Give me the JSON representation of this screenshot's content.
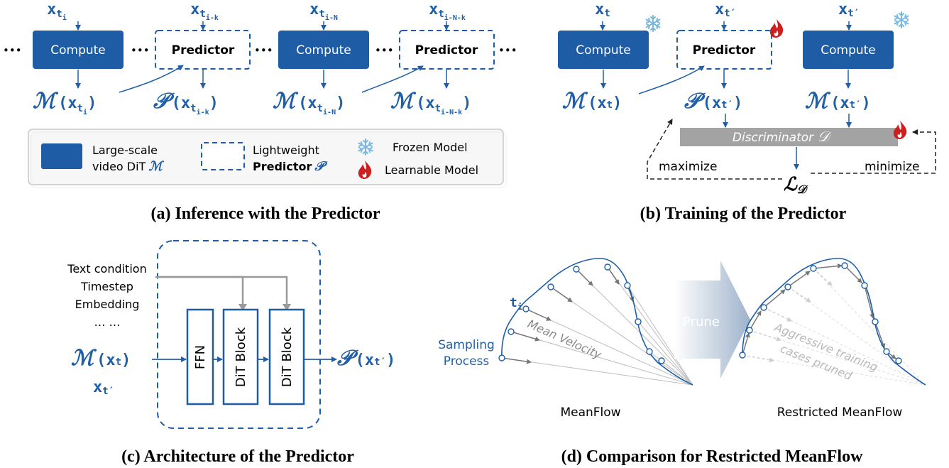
{
  "colors": {
    "accent": "#1f5fa8",
    "box_fill": "#1e5ca6",
    "flame": "#cc1f1f",
    "snow": "#7ab8e0",
    "disc_fill": "#a3a3a3",
    "pred_fill": "#8c8c8c"
  },
  "panel_a": {
    "top_labels": [
      "x",
      "x",
      "x",
      "x"
    ],
    "top_subs": [
      "t",
      "t",
      "t",
      "t"
    ],
    "top_subsubs": [
      "i",
      "i-k",
      "i-N",
      "i-N-k"
    ],
    "boxes": [
      "Compute",
      "Predictor",
      "Compute",
      "Predictor"
    ],
    "dots": [
      "•••",
      "•••",
      "•••",
      "•••",
      "•••"
    ],
    "bottom_fn": [
      "ℳ",
      "𝒫",
      "ℳ",
      "ℳ"
    ],
    "bottom_x": [
      "(x",
      "(x",
      "(x",
      "(x"
    ],
    "bottom_sub": [
      "t",
      "t",
      "t",
      "t"
    ],
    "bottom_subsub": [
      "i",
      "i-k",
      "i-N",
      "i-N-k"
    ],
    "bottom_close": [
      ")",
      ")",
      ")",
      ")"
    ],
    "legend": {
      "large_1": "Large-scale",
      "large_2": "video DiT",
      "large_sym": "ℳ",
      "light_1": "Lightweight",
      "light_2": "Predictor",
      "light_sym": "𝒫",
      "frozen": "Frozen Model",
      "learnable": "Learnable Model"
    },
    "caption": "(a) Inference with the Predictor"
  },
  "panel_b": {
    "top_labels": [
      "x",
      "x",
      "x"
    ],
    "top_subs": [
      "t",
      "t′",
      "t′"
    ],
    "boxes": [
      "Compute",
      "Predictor",
      "Compute"
    ],
    "bottom_fn": [
      "ℳ",
      "𝒫",
      "ℳ"
    ],
    "bottom_text": [
      "(x",
      "(x",
      "(x"
    ],
    "bottom_sub": [
      "t",
      "t′",
      "t′"
    ],
    "bottom_close": [
      ")",
      ")",
      ")"
    ],
    "discriminator": "Discriminator",
    "disc_sym": "𝒟",
    "maximize": "maximize",
    "minimize": "minimize",
    "loss": "ℒ",
    "loss_sub": "𝒟",
    "caption": "(b) Training of the Predictor"
  },
  "panel_c": {
    "cond_lines": [
      "Text condition",
      "Timestep",
      "Embedding",
      "… …"
    ],
    "blocks": [
      "FFN",
      "DiT Block",
      "DiT Block"
    ],
    "input_fn": "ℳ",
    "input_text": "(x",
    "input_sub": "t",
    "input_close": ")",
    "input2": "x",
    "input2_sub": "t′",
    "output_fn": "𝒫",
    "output_text": "(x",
    "output_sub": "t′",
    "output_close": ")",
    "caption": "(c) Architecture of the Predictor"
  },
  "panel_d": {
    "ti": "t",
    "ti_sub": "i",
    "sampling_1": "Sampling",
    "sampling_2": "Process",
    "mean_velocity": "Mean Velocity",
    "prune": "Prune",
    "aggressive_1": "Aggressive training",
    "aggressive_2": "cases pruned",
    "left_title": "MeanFlow",
    "right_title": "Restricted MeanFlow",
    "caption": "(d) Comparison for Restricted MeanFlow"
  }
}
